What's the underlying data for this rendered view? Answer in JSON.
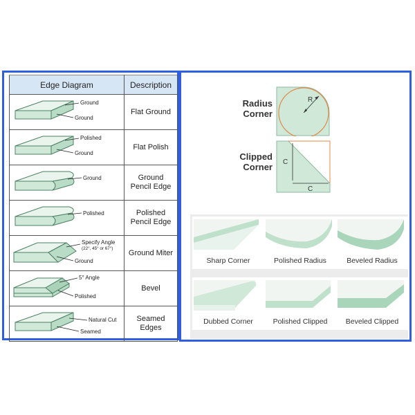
{
  "table": {
    "header_diagram": "Edge Diagram",
    "header_description": "Description",
    "rows": [
      {
        "description": "Flat Ground",
        "label_top": "Ground",
        "label_bottom": "Ground"
      },
      {
        "description": "Flat Polish",
        "label_top": "Polished",
        "label_bottom": "Ground"
      },
      {
        "description": "Ground Pencil Edge",
        "label_top": "Ground"
      },
      {
        "description": "Polished Pencil Edge",
        "label_top": "Polished"
      },
      {
        "description": "Ground Miter",
        "label_top": "Specify Angle",
        "label_sub": "(22°, 45° or 67°)",
        "label_bottom": "Ground"
      },
      {
        "description": "Bevel",
        "label_top": "5° Angle",
        "label_bottom": "Polished"
      },
      {
        "description": "Seamed Edges",
        "label_top": "Natural Cut",
        "label_bottom": "Seamed"
      }
    ]
  },
  "corners": {
    "radius_label": "Radius Corner",
    "radius_letter": "R",
    "clipped_label": "Clipped Corner",
    "clipped_letter_side": "C",
    "clipped_letter_bottom": "C"
  },
  "styles": [
    "Sharp Corner",
    "Polished Radius",
    "Beveled Radius",
    "Dubbed Corner",
    "Polished Clipped",
    "Beveled Clipped"
  ],
  "colors": {
    "frame": "#2f5fe0",
    "glass": "#cfe8d8",
    "header": "#d6e6f5",
    "radius_arc": "#e08a4a"
  }
}
